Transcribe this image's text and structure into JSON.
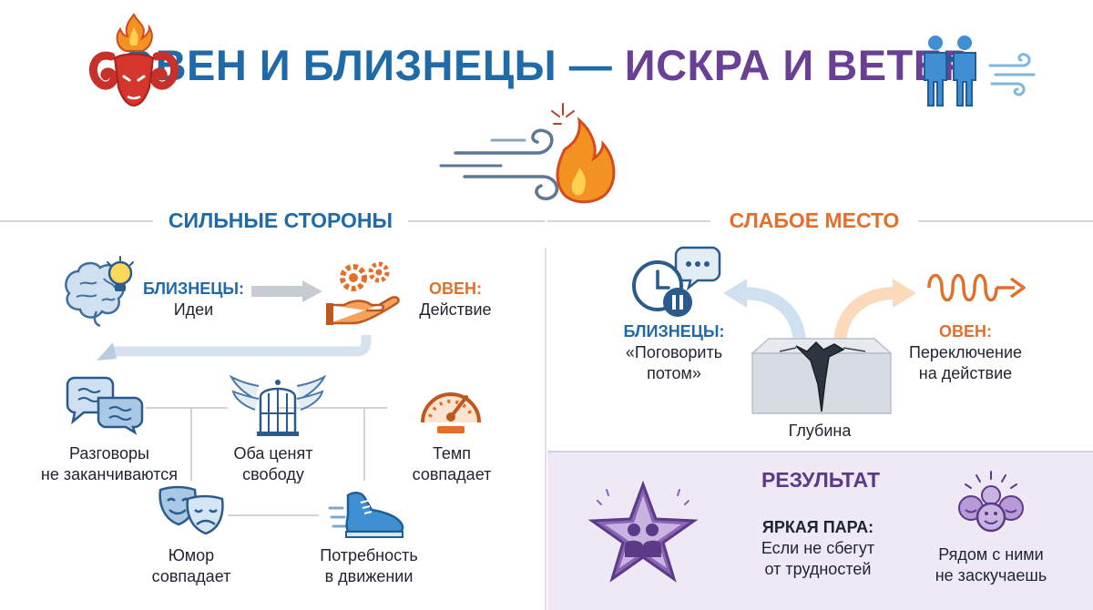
{
  "title": {
    "part1": "ОВЕН И БЛИЗНЕЦЫ —",
    "part2": "ИСКРА И ВЕТЕР"
  },
  "strong": {
    "heading": "СИЛЬНЫЕ СТОРОНЫ",
    "gemini_label": "БЛИЗНЕЦЫ:",
    "gemini_value": "Идеи",
    "aries_label": "ОВЕН:",
    "aries_value": "Действие",
    "items": [
      {
        "line1": "Разговоры",
        "line2": "не заканчиваются"
      },
      {
        "line1": "Оба ценят",
        "line2": "свободу"
      },
      {
        "line1": "Темп",
        "line2": "совпадает"
      },
      {
        "line1": "Юмор",
        "line2": "совпадает"
      },
      {
        "line1": "Потребность",
        "line2": "в движении"
      }
    ]
  },
  "weak": {
    "heading": "СЛАБОЕ МЕСТО",
    "gemini_label": "БЛИЗНЕЦЫ:",
    "gemini_value": "«Поговорить потом»",
    "aries_label": "ОВЕН:",
    "aries_line1": "Переключение",
    "aries_line2": "на действие",
    "depth_label": "Глубина"
  },
  "result": {
    "heading": "РЕЗУЛЬТАТ",
    "pair_label": "ЯРКАЯ ПАРА:",
    "pair_line1": "Если не сбегут",
    "pair_line2": "от трудностей",
    "bored_line1": "Рядом с ними",
    "bored_line2": "не заскучаешь"
  },
  "colors": {
    "gemini_blue": "#1f6aa8",
    "aries_orange": "#e2702a",
    "result_purple": "#5b3a88",
    "result_bg": "#eee9f4"
  },
  "icons": {
    "title_left": "ram-fire-icon",
    "title_right": "twins-wind-icon",
    "center": "wind-fire-icon",
    "gemini_idea": "brain-lightbulb-icon",
    "aries_action": "gears-hand-icon",
    "talk": "speech-bubbles-icon",
    "freedom": "winged-cage-icon",
    "tempo": "speedometer-icon",
    "humor": "theater-masks-icon",
    "movement": "running-shoe-icon",
    "later": "clock-pause-chat-icon",
    "switch": "spring-arrow-icon",
    "depth": "crack-block-icon",
    "pair": "star-couple-icon",
    "fun": "happy-faces-icon"
  }
}
